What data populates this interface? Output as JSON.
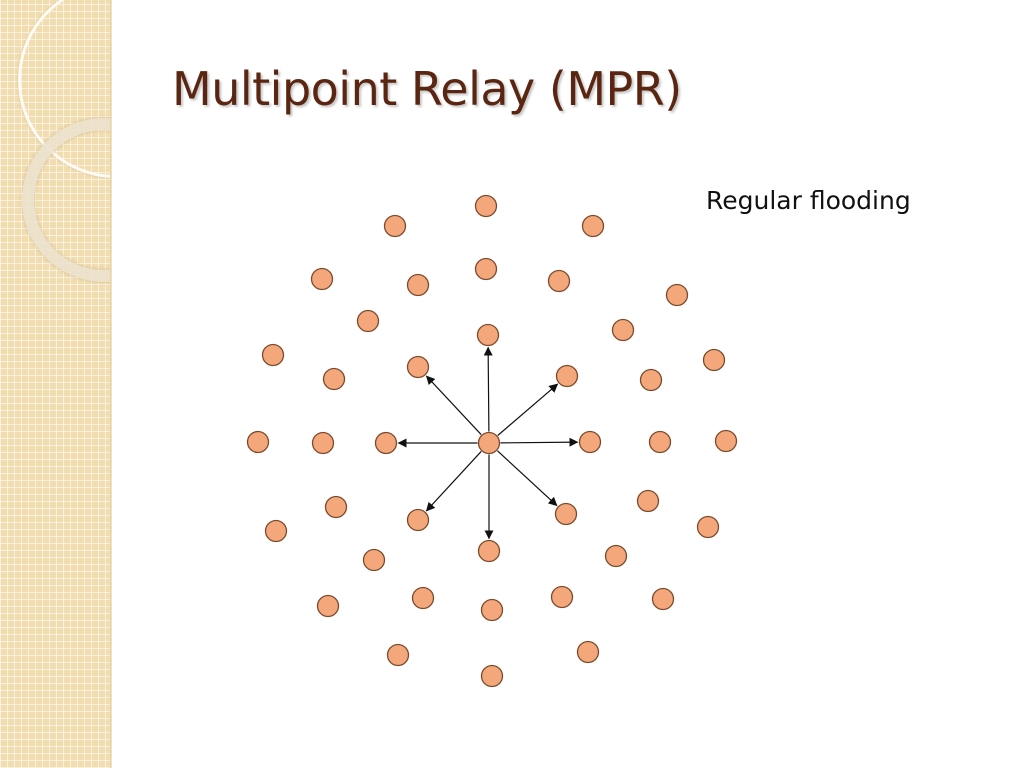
{
  "slide": {
    "title": "Multipoint Relay (MPR)",
    "diagram_label": "Regular flooding"
  },
  "colors": {
    "node_fill": "#f4a77a",
    "node_stroke": "#7a4a2c",
    "arrow": "#111111",
    "title": "#5a2611"
  },
  "diagram": {
    "nodes": [
      {
        "id": "center"
      },
      {
        "id": "n-top"
      },
      {
        "id": "n-top-right"
      },
      {
        "id": "n-right"
      },
      {
        "id": "n-bottom-right"
      },
      {
        "id": "n-bottom"
      },
      {
        "id": "n-bottom-left"
      },
      {
        "id": "n-left"
      },
      {
        "id": "n-top-left"
      },
      {
        "id": "m-1"
      },
      {
        "id": "m-2"
      },
      {
        "id": "m-3"
      },
      {
        "id": "m-4"
      },
      {
        "id": "m-5"
      },
      {
        "id": "m-6"
      },
      {
        "id": "m-7"
      },
      {
        "id": "m-8"
      },
      {
        "id": "m-9"
      },
      {
        "id": "m-10"
      },
      {
        "id": "m-11"
      },
      {
        "id": "m-12"
      },
      {
        "id": "m-13"
      },
      {
        "id": "m-14"
      },
      {
        "id": "m-15"
      },
      {
        "id": "m-16"
      },
      {
        "id": "o-1"
      },
      {
        "id": "o-2"
      },
      {
        "id": "o-3"
      },
      {
        "id": "o-4"
      },
      {
        "id": "o-5"
      },
      {
        "id": "o-6"
      },
      {
        "id": "o-7"
      },
      {
        "id": "o-8"
      },
      {
        "id": "o-9"
      },
      {
        "id": "o-10"
      },
      {
        "id": "o-11"
      },
      {
        "id": "o-12"
      },
      {
        "id": "o-13"
      },
      {
        "id": "o-14"
      },
      {
        "id": "o-15"
      },
      {
        "id": "o-16"
      }
    ],
    "edges": [
      {
        "from": "center",
        "to": "n-top"
      },
      {
        "from": "center",
        "to": "n-top-right"
      },
      {
        "from": "center",
        "to": "n-right"
      },
      {
        "from": "center",
        "to": "n-bottom-right"
      },
      {
        "from": "center",
        "to": "n-bottom"
      },
      {
        "from": "center",
        "to": "n-bottom-left"
      },
      {
        "from": "center",
        "to": "n-left"
      },
      {
        "from": "center",
        "to": "n-top-left"
      }
    ]
  }
}
